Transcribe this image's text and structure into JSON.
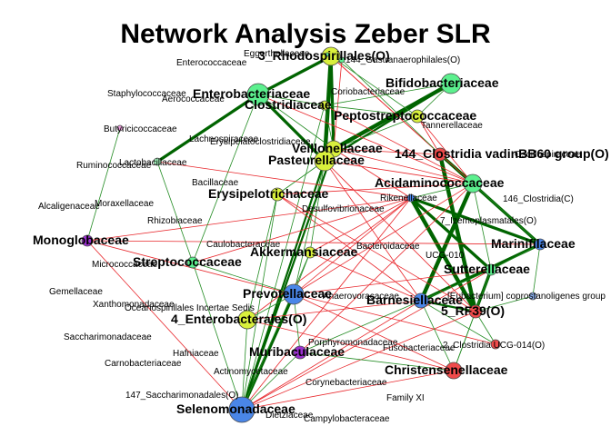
{
  "title": "Network Analysis Zeber SLR",
  "colors": {
    "positive": "#228B22",
    "strong_positive": "#006400",
    "negative": "#E8262B",
    "node_green": "#5CF08E",
    "node_yellow": "#D9F03C",
    "node_blue": "#4A86E8",
    "node_purple": "#9B30D0",
    "node_red": "#EF4B4B",
    "node_lightblue": "#8FB4F0",
    "node_pink": "#F0A0E0",
    "node_lightgreen": "#9FF0B8",
    "node_stroke": "#4a4a4a"
  },
  "nodes": [
    {
      "id": "rhodospirillales",
      "label": "3_Rhodospirillales(O)",
      "size": "big",
      "color": "node_yellow",
      "r": 10
    },
    {
      "id": "gastranaerophilales",
      "label": "144_Gastranaerophilales(O)",
      "size": "small",
      "color": "node_green",
      "r": 3
    },
    {
      "id": "eggerthellaceae",
      "label": "Eggerthellaceae",
      "size": "small",
      "color": "node_green",
      "r": 2
    },
    {
      "id": "enterococcaceae",
      "label": "Enterococcaceae",
      "size": "small",
      "color": "node_green",
      "r": 0
    },
    {
      "id": "enterobacteriaceae",
      "label": "Enterobacteriaceae",
      "size": "big",
      "color": "node_green",
      "r": 12
    },
    {
      "id": "aerococcaceae",
      "label": "Aerococcaceae",
      "size": "small",
      "color": "node_green",
      "r": 0
    },
    {
      "id": "coriobacteriaceae",
      "label": "Coriobacteriaceae",
      "size": "small",
      "color": "node_green",
      "r": 0
    },
    {
      "id": "bifidobacteriaceae",
      "label": "Bifidobacteriaceae",
      "size": "big",
      "color": "node_green",
      "r": 11
    },
    {
      "id": "staphylococcaceae",
      "label": "Staphylococcaceae",
      "size": "small",
      "color": "node_green",
      "r": 0
    },
    {
      "id": "clostridiaceae",
      "label": "Clostridiaceae",
      "size": "big",
      "color": "node_yellow",
      "r": 5
    },
    {
      "id": "peptostreptococcaceae",
      "label": "Peptostreptococcaceae",
      "size": "big",
      "color": "node_yellow",
      "r": 7
    },
    {
      "id": "tannerellaceae",
      "label": "Tannerellaceae",
      "size": "small",
      "color": "node_green",
      "r": 0
    },
    {
      "id": "butyricicoccaceae",
      "label": "Butyricicoccaceae",
      "size": "small",
      "color": "node_pink",
      "r": 3
    },
    {
      "id": "lachnospiraceae",
      "label": "Lachnospiraceae",
      "size": "small",
      "color": "node_green",
      "r": 0
    },
    {
      "id": "erysipelatoclostridiaceae",
      "label": "Erysipelatoclostridiaceae",
      "size": "small",
      "color": "node_green",
      "r": 0
    },
    {
      "id": "veillonellaceae",
      "label": "Veillonellaceae",
      "size": "big",
      "color": "node_yellow",
      "r": 9
    },
    {
      "id": "clostridia_vadin",
      "label": "144_Clostridia vadinBB60 group(O)",
      "size": "big",
      "color": "node_red",
      "r": 7
    },
    {
      "id": "oscillospiraceae",
      "label": "Oscillospiraceae",
      "size": "small",
      "color": "node_green",
      "r": 0
    },
    {
      "id": "pasteurellaceae",
      "label": "Pasteurellaceae",
      "size": "big",
      "color": "node_yellow",
      "r": 11
    },
    {
      "id": "ruminococcaceae",
      "label": "Ruminococcaceae",
      "size": "small",
      "color": "node_green",
      "r": 0
    },
    {
      "id": "lactobacillaceae",
      "label": "Lactobacillaceae",
      "size": "small",
      "color": "node_lightgreen",
      "r": 4
    },
    {
      "id": "acidaminococcaceae",
      "label": "Acidaminococcaceae",
      "size": "big",
      "color": "node_green",
      "r": 10
    },
    {
      "id": "bacillaceae",
      "label": "Bacillaceae",
      "size": "small",
      "color": "node_green",
      "r": 0
    },
    {
      "id": "erysipelotrichaceae",
      "label": "Erysipelotrichaceae",
      "size": "big",
      "color": "node_yellow",
      "r": 7
    },
    {
      "id": "rikenellaceae",
      "label": "Rikenellaceae",
      "size": "small",
      "color": "node_blue",
      "r": 4
    },
    {
      "id": "clostridia_c",
      "label": "146_Clostridia(C)",
      "size": "small",
      "color": "node_green",
      "r": 0
    },
    {
      "id": "alcaligenaceae",
      "label": "Alcaligenaceae",
      "size": "small",
      "color": "node_green",
      "r": 0
    },
    {
      "id": "moraxellaceae",
      "label": "Moraxellaceae",
      "size": "small",
      "color": "node_green",
      "r": 0
    },
    {
      "id": "desulfovibrionaceae",
      "label": "Desulfovibrionaceae",
      "size": "small",
      "color": "node_green",
      "r": 0
    },
    {
      "id": "rhizobiaceae",
      "label": "Rhizobiaceae",
      "size": "small",
      "color": "node_green",
      "r": 0
    },
    {
      "id": "izemoplasmatales",
      "label": "7_Izemoplasmatales(O)",
      "size": "small",
      "color": "node_green",
      "r": 0
    },
    {
      "id": "monoglobaceae",
      "label": "Monoglobaceae",
      "size": "big",
      "color": "node_purple",
      "r": 6
    },
    {
      "id": "caulobacteraceae",
      "label": "Caulobacteraceae",
      "size": "small",
      "color": "node_green",
      "r": 0
    },
    {
      "id": "bacteroidaceae",
      "label": "Bacteroidaceae",
      "size": "small",
      "color": "node_green",
      "r": 0
    },
    {
      "id": "marinifilaceae",
      "label": "Marinifilaceae",
      "size": "big",
      "color": "node_blue",
      "r": 6
    },
    {
      "id": "ucg010",
      "label": "UCG-010",
      "size": "small",
      "color": "node_green",
      "r": 0
    },
    {
      "id": "akkermansiaceae",
      "label": "Akkermansiaceae",
      "size": "big",
      "color": "node_yellow",
      "r": 6
    },
    {
      "id": "micrococcaceae",
      "label": "Micrococcaceae",
      "size": "small",
      "color": "node_green",
      "r": 0
    },
    {
      "id": "streptococcaceae",
      "label": "Streptococcaceae",
      "size": "big",
      "color": "node_green",
      "r": 6
    },
    {
      "id": "sutterellaceae",
      "label": "Sutterellaceae",
      "size": "big",
      "color": "node_green",
      "r": 6
    },
    {
      "id": "gemellaceae",
      "label": "Gemellaceae",
      "size": "small",
      "color": "node_green",
      "r": 0
    },
    {
      "id": "xanthomonadaceae",
      "label": "Xanthomonadaceae",
      "size": "small",
      "color": "node_green",
      "r": 0
    },
    {
      "id": "prevotellaceae",
      "label": "Prevotellaceae",
      "size": "big",
      "color": "node_blue",
      "r": 11
    },
    {
      "id": "anaerovoracaceae",
      "label": "Anaerovoracaceae",
      "size": "small",
      "color": "node_green",
      "r": 0
    },
    {
      "id": "barnesiellaceae",
      "label": "Barnesiellaceae",
      "size": "big",
      "color": "node_blue",
      "r": 8
    },
    {
      "id": "eubacterium_copro",
      "label": "[Eubacterium] coprostanoligenes group",
      "size": "small",
      "color": "node_lightblue",
      "r": 4
    },
    {
      "id": "oceanospirillales",
      "label": "Oceanospirillales Incertae Sedis",
      "size": "small",
      "color": "node_green",
      "r": 0
    },
    {
      "id": "enterobacterales",
      "label": "4_Enterobacterales(O)",
      "size": "big",
      "color": "node_yellow",
      "r": 10
    },
    {
      "id": "rf39",
      "label": "5_RF39(O)",
      "size": "big",
      "color": "node_red",
      "r": 7
    },
    {
      "id": "saccharimonadaceae",
      "label": "Saccharimonadaceae",
      "size": "small",
      "color": "node_green",
      "r": 0
    },
    {
      "id": "porphyromonadaceae",
      "label": "Porphyromonadaceae",
      "size": "small",
      "color": "node_green",
      "r": 0
    },
    {
      "id": "fusobacteriaceae",
      "label": "Fusobacteriaceae",
      "size": "small",
      "color": "node_green",
      "r": 0
    },
    {
      "id": "clostridia_ucg014",
      "label": "2_Clostridia UCG-014(O)",
      "size": "small",
      "color": "node_red",
      "r": 5
    },
    {
      "id": "hafniaceae",
      "label": "Hafniaceae",
      "size": "small",
      "color": "node_green",
      "r": 0
    },
    {
      "id": "muribaculaceae",
      "label": "Muribaculaceae",
      "size": "big",
      "color": "node_purple",
      "r": 7
    },
    {
      "id": "carnobacteriaceae",
      "label": "Carnobacteriaceae",
      "size": "small",
      "color": "node_green",
      "r": 0
    },
    {
      "id": "actinomycetaceae",
      "label": "Actinomycetaceae",
      "size": "small",
      "color": "node_green",
      "r": 0
    },
    {
      "id": "christensenellaceae",
      "label": "Christensenellaceae",
      "size": "big",
      "color": "node_red",
      "r": 9
    },
    {
      "id": "corynebacteriaceae",
      "label": "Corynebacteriaceae",
      "size": "small",
      "color": "node_green",
      "r": 0
    },
    {
      "id": "saccharimonadales",
      "label": "147_Saccharimonadales(O)",
      "size": "small",
      "color": "node_green",
      "r": 0
    },
    {
      "id": "family_xi",
      "label": "Family XI",
      "size": "small",
      "color": "node_green",
      "r": 0
    },
    {
      "id": "selenomonadaceae",
      "label": "Selenomonadaceae",
      "size": "big",
      "color": "node_blue",
      "r": 14
    },
    {
      "id": "dietziaceae",
      "label": "Dietziaceae",
      "size": "small",
      "color": "node_green",
      "r": 0
    },
    {
      "id": "campylobacteraceae",
      "label": "Campylobacteraceae",
      "size": "small",
      "color": "node_green",
      "r": 0
    }
  ],
  "edges": [
    [
      "enterobacteriaceae",
      "rhodospirillales",
      "strong_positive",
      3
    ],
    [
      "enterobacteriaceae",
      "lactobacillaceae",
      "strong_positive",
      3
    ],
    [
      "enterobacteriaceae",
      "pasteurellaceae",
      "strong_positive",
      3
    ],
    [
      "rhodospirillales",
      "pasteurellaceae",
      "strong_positive",
      4
    ],
    [
      "rhodospirillales",
      "veillonellaceae",
      "strong_positive",
      3
    ],
    [
      "bifidobacteriaceae",
      "veillonellaceae",
      "strong_positive",
      4
    ],
    [
      "bifidobacteriaceae",
      "pasteurellaceae",
      "strong_positive",
      2
    ],
    [
      "peptostreptococcaceae",
      "veillonellaceae",
      "positive",
      1
    ],
    [
      "clostridia_vadin",
      "acidaminococcaceae",
      "strong_positive",
      3
    ],
    [
      "clostridia_vadin",
      "marinifilaceae",
      "strong_positive",
      3
    ],
    [
      "clostridia_vadin",
      "rf39",
      "strong_positive",
      4
    ],
    [
      "rikenellaceae",
      "sutterellaceae",
      "strong_positive",
      3
    ],
    [
      "rikenellaceae",
      "marinifilaceae",
      "strong_positive",
      3
    ],
    [
      "acidaminococcaceae",
      "barnesiellaceae",
      "strong_positive",
      4
    ],
    [
      "marinifilaceae",
      "barnesiellaceae",
      "strong_positive",
      3
    ],
    [
      "sutterellaceae",
      "rf39",
      "strong_positive",
      3
    ],
    [
      "rikenellaceae",
      "rf39",
      "strong_positive",
      4
    ],
    [
      "barnesiellaceae",
      "rf39",
      "strong_positive",
      2
    ],
    [
      "prevotellaceae",
      "selenomonadaceae",
      "strong_positive",
      3
    ],
    [
      "pasteurellaceae",
      "selenomonadaceae",
      "strong_positive",
      2
    ],
    [
      "veillonellaceae",
      "selenomonadaceae",
      "strong_positive",
      2
    ],
    [
      "clostridiaceae",
      "selenomonadaceae",
      "positive",
      1
    ],
    [
      "enterobacterales",
      "selenomonadaceae",
      "positive",
      1
    ],
    [
      "muribaculaceae",
      "selenomonadaceae",
      "positive",
      1
    ],
    [
      "akkermansiaceae",
      "selenomonadaceae",
      "positive",
      1
    ],
    [
      "monoglobaceae",
      "butyricicoccaceae",
      "positive",
      1
    ],
    [
      "monoglobaceae",
      "rikenellaceae",
      "negative",
      1
    ],
    [
      "monoglobaceae",
      "marinifilaceae",
      "negative",
      1
    ],
    [
      "monoglobaceae",
      "prevotellaceae",
      "negative",
      1
    ],
    [
      "streptococcaceae",
      "enterobacteriaceae",
      "positive",
      1
    ],
    [
      "streptococcaceae",
      "lactobacillaceae",
      "positive",
      1
    ],
    [
      "streptococcaceae",
      "rikenellaceae",
      "negative",
      1
    ],
    [
      "erysipelotrichaceae",
      "pasteurellaceae",
      "positive",
      1
    ],
    [
      "erysipelotrichaceae",
      "enterobacterales",
      "positive",
      1
    ],
    [
      "erysipelotrichaceae",
      "acidaminococcaceae",
      "negative",
      1
    ],
    [
      "erysipelotrichaceae",
      "barnesiellaceae",
      "negative",
      1
    ],
    [
      "akkermansiaceae",
      "pasteurellaceae",
      "positive",
      1
    ],
    [
      "akkermansiaceae",
      "rikenellaceae",
      "negative",
      1
    ],
    [
      "akkermansiaceae",
      "barnesiellaceae",
      "negative",
      1
    ],
    [
      "enterobacterales",
      "prevotellaceae",
      "positive",
      1
    ],
    [
      "enterobacterales",
      "rikenellaceae",
      "negative",
      1
    ],
    [
      "enterobacterales",
      "christensenellaceae",
      "negative",
      1
    ],
    [
      "prevotellaceae",
      "rikenellaceae",
      "negative",
      1
    ],
    [
      "prevotellaceae",
      "acidaminococcaceae",
      "negative",
      1
    ],
    [
      "prevotellaceae",
      "sutterellaceae",
      "negative",
      1
    ],
    [
      "prevotellaceae",
      "clostridia_ucg014",
      "negative",
      1
    ],
    [
      "muribaculaceae",
      "barnesiellaceae",
      "positive",
      1
    ],
    [
      "muribaculaceae",
      "acidaminococcaceae",
      "negative",
      1
    ],
    [
      "christensenellaceae",
      "rf39",
      "positive",
      1
    ],
    [
      "christensenellaceae",
      "sutterellaceae",
      "positive",
      1
    ],
    [
      "christensenellaceae",
      "selenomonadaceae",
      "negative",
      1
    ],
    [
      "christensenellaceae",
      "prevotellaceae",
      "negative",
      1
    ],
    [
      "clostridia_ucg014",
      "rf39",
      "positive",
      1
    ],
    [
      "clostridia_ucg014",
      "barnesiellaceae",
      "positive",
      1
    ],
    [
      "eubacterium_copro",
      "rf39",
      "positive",
      1
    ],
    [
      "eubacterium_copro",
      "marinifilaceae",
      "positive",
      1
    ],
    [
      "bifidobacteriaceae",
      "peptostreptococcaceae",
      "positive",
      1
    ],
    [
      "peptostreptococcaceae",
      "acidaminococcaceae",
      "negative",
      1
    ],
    [
      "peptostreptococcaceae",
      "clostridia_vadin",
      "negative",
      1
    ],
    [
      "clostridiaceae",
      "peptostreptococcaceae",
      "positive",
      1
    ],
    [
      "clostridiaceae",
      "veillonellaceae",
      "positive",
      1
    ],
    [
      "clostridiaceae",
      "acidaminococcaceae",
      "negative",
      1
    ],
    [
      "veillonellaceae",
      "rikenellaceae",
      "negative",
      1
    ],
    [
      "veillonellaceae",
      "clostridia_vadin",
      "negative",
      1
    ],
    [
      "pasteurellaceae",
      "acidaminococcaceae",
      "negative",
      1
    ],
    [
      "pasteurellaceae",
      "barnesiellaceae",
      "negative",
      1
    ],
    [
      "pasteurellaceae",
      "rf39",
      "negative",
      1
    ],
    [
      "pasteurellaceae",
      "prevotellaceae",
      "positive",
      1
    ],
    [
      "enterobacteriaceae",
      "clostridiaceae",
      "positive",
      1
    ],
    [
      "enterobacteriaceae",
      "acidaminococcaceae",
      "negative",
      1
    ],
    [
      "acidaminococcaceae",
      "marinifilaceae",
      "positive",
      1
    ],
    [
      "acidaminococcaceae",
      "sutterellaceae",
      "positive",
      1
    ],
    [
      "acidaminococcaceae",
      "rikenellaceae",
      "positive",
      1
    ],
    [
      "sutterellaceae",
      "barnesiellaceae",
      "positive",
      1
    ],
    [
      "marinifilaceae",
      "sutterellaceae",
      "positive",
      1
    ],
    [
      "rhodospirillales",
      "peptostreptococcaceae",
      "positive",
      1
    ],
    [
      "rhodospirillales",
      "clostridia_vadin",
      "negative",
      1
    ],
    [
      "rhodospirillales",
      "acidaminococcaceae",
      "negative",
      1
    ],
    [
      "gastranaerophilales",
      "clostridia_vadin",
      "positive",
      1
    ],
    [
      "gastranaerophilales",
      "veillonellaceae",
      "negative",
      1
    ],
    [
      "selenomonadaceae",
      "rikenellaceae",
      "negative",
      1
    ],
    [
      "selenomonadaceae",
      "barnesiellaceae",
      "negative",
      1
    ],
    [
      "selenomonadaceae",
      "rf39",
      "negative",
      1
    ],
    [
      "selenomonadaceae",
      "sutterellaceae",
      "negative",
      1
    ],
    [
      "muribaculaceae",
      "prevotellaceae",
      "positive",
      1
    ],
    [
      "muribaculaceae",
      "christensenellaceae",
      "positive",
      1
    ],
    [
      "streptococcaceae",
      "selenomonadaceae",
      "positive",
      1
    ],
    [
      "streptococcaceae",
      "prevotellaceae",
      "positive",
      1
    ],
    [
      "erysipelotrichaceae",
      "selenomonadaceae",
      "positive",
      1
    ],
    [
      "lactobacillaceae",
      "rikenellaceae",
      "negative",
      1
    ],
    [
      "enterobacterales",
      "barnesiellaceae",
      "negative",
      1
    ],
    [
      "akkermansiaceae",
      "prevotellaceae",
      "positive",
      1
    ],
    [
      "christensenellaceae",
      "barnesiellaceae",
      "positive",
      1
    ],
    [
      "monoglobaceae",
      "selenomonadaceae",
      "negative",
      1
    ],
    [
      "erysipelotrichaceae",
      "rf39",
      "negative",
      1
    ],
    [
      "veillonellaceae",
      "acidaminococcaceae",
      "negative",
      1
    ],
    [
      "enterobacteriaceae",
      "veillonellaceae",
      "positive",
      1
    ],
    [
      "bifidobacteriaceae",
      "clostridiaceae",
      "positive",
      1
    ]
  ]
}
